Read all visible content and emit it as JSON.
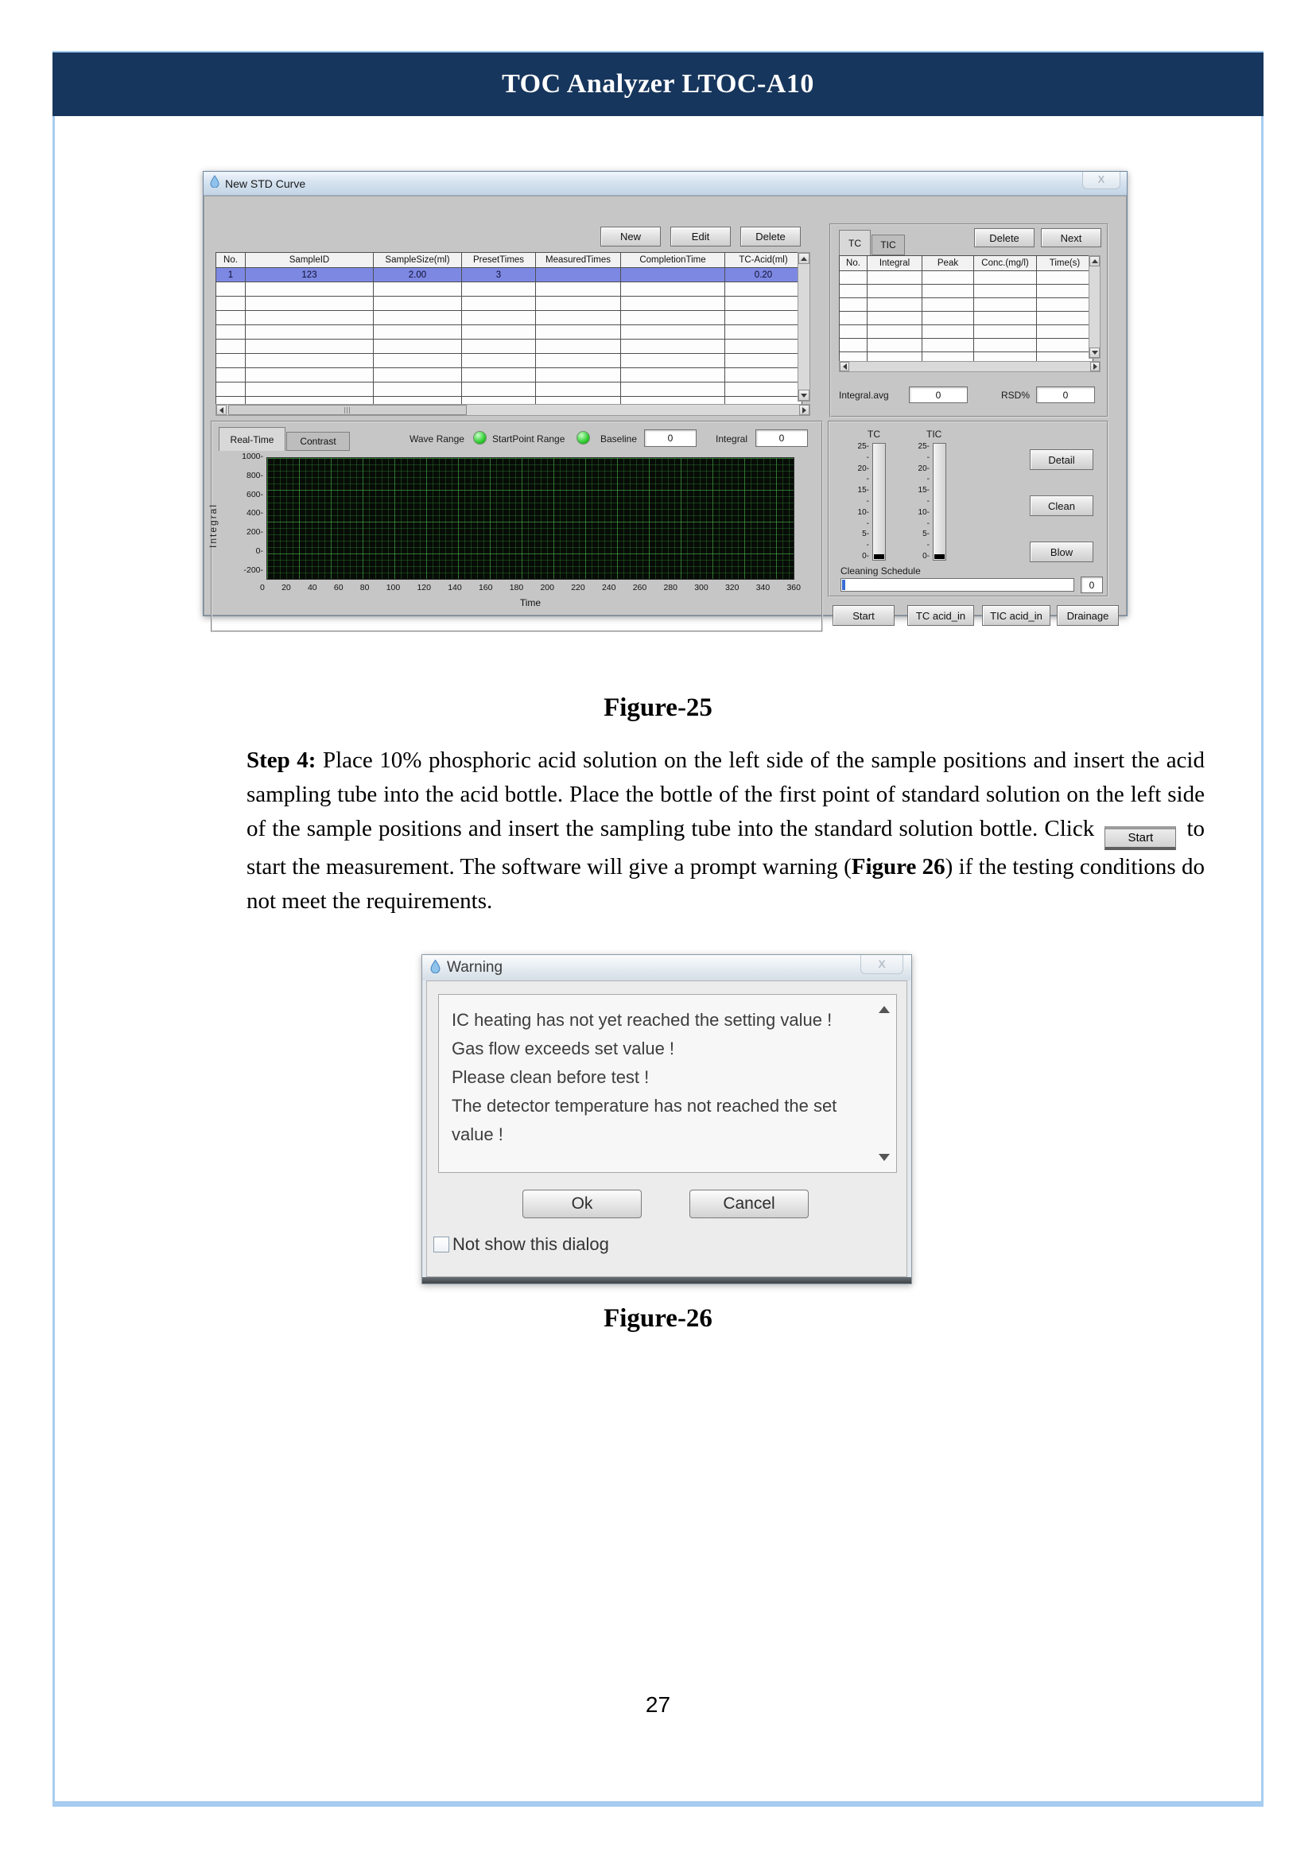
{
  "page": {
    "header_title": "TOC Analyzer LTOC-A10",
    "figure25_caption": "Figure-25",
    "figure26_caption": "Figure-26",
    "page_number": "27",
    "step4": {
      "label": "Step 4:",
      "text_before": " Place 10% phosphoric acid solution on the left side of the sample positions and insert the acid sampling tube into the acid bottle. Place the bottle of the first point of standard solution on the left side of the sample positions and insert the sampling tube into the standard solution bottle. Click ",
      "inline_button_label": "Start",
      "text_middle": " to start the measurement. The software will give a prompt warning (",
      "figure_ref": "Figure 26",
      "text_after": ") if the testing conditions do not meet the requirements."
    }
  },
  "colors": {
    "header_navy": "#17365d",
    "page_border_blue": "#a7cdf0",
    "selected_row_blue": "#7d88e3",
    "led_green": "#2ecc2e",
    "chart_bg": "#070c07"
  },
  "std_window": {
    "title": "New STD Curve",
    "close_glyph": "X",
    "toolbar": {
      "new": "New",
      "edit": "Edit",
      "delete": "Delete"
    },
    "left_table": {
      "columns": [
        "No.",
        "SampleID",
        "SampleSize(ml)",
        "PresetTimes",
        "MeasuredTimes",
        "CompletionTime",
        "TC-Acid(ml)"
      ],
      "rows": [
        [
          "1",
          "123",
          "2.00",
          "3",
          "",
          "",
          "0.20"
        ]
      ],
      "selected_row": 0,
      "empty_rows": 9
    },
    "result_panel": {
      "tab_tc": "TC",
      "tab_tic": "TIC",
      "delete_label": "Delete",
      "next_label": "Next",
      "table": {
        "columns": [
          "No.",
          "Integral",
          "Peak",
          "Conc.(mg/l)",
          "Time(s)"
        ],
        "rows": [],
        "empty_rows": 7
      },
      "integral_avg_label": "Integral.avg",
      "integral_avg_value": "0",
      "rsd_label": "RSD%",
      "rsd_value": "0"
    },
    "graph_panel": {
      "tab_realtime": "Real-Time",
      "tab_contrast": "Contrast",
      "wave_range_label": "Wave Range",
      "startpoint_range_label": "StartPoint Range",
      "baseline_label": "Baseline",
      "baseline_value": "0",
      "integral_label": "Integral",
      "integral_value": "0"
    },
    "control_panel": {
      "tc_gauge_label": "TC",
      "tic_gauge_label": "TIC",
      "gauge_ticks": [
        "25",
        "",
        "20",
        "",
        "15",
        "",
        "10",
        "",
        "5",
        "",
        "0"
      ],
      "detail_label": "Detail",
      "clean_label": "Clean",
      "blow_label": "Blow",
      "cleaning_schedule_label": "Cleaning Schedule",
      "cleaning_schedule_value": "0",
      "start_label": "Start",
      "tc_acid_label": "TC acid_in",
      "tic_acid_label": "TIC acid_in",
      "drainage_label": "Drainage"
    }
  },
  "chart_data": {
    "type": "line",
    "title": "",
    "xlabel": "Time",
    "ylabel": "Integral",
    "xlim": [
      0,
      360
    ],
    "ylim": [
      -200,
      1000
    ],
    "x_ticks": [
      "0",
      "20",
      "40",
      "60",
      "80",
      "100",
      "120",
      "140",
      "160",
      "180",
      "200",
      "220",
      "240",
      "260",
      "280",
      "300",
      "320",
      "340",
      "360"
    ],
    "y_ticks": [
      "1000",
      "800",
      "600",
      "400",
      "200",
      "0",
      "-200"
    ],
    "grid": true,
    "legend": false,
    "series": []
  },
  "warning_dialog": {
    "title": "Warning",
    "close_glyph": "X",
    "messages": [
      "IC heating has not yet reached the setting value !",
      "Gas flow exceeds set value !",
      "Please clean before test  !",
      "The detector temperature has not reached the set value !"
    ],
    "ok_label": "Ok",
    "cancel_label": "Cancel",
    "checkbox_label": "Not show this dialog",
    "checkbox_checked": false
  }
}
